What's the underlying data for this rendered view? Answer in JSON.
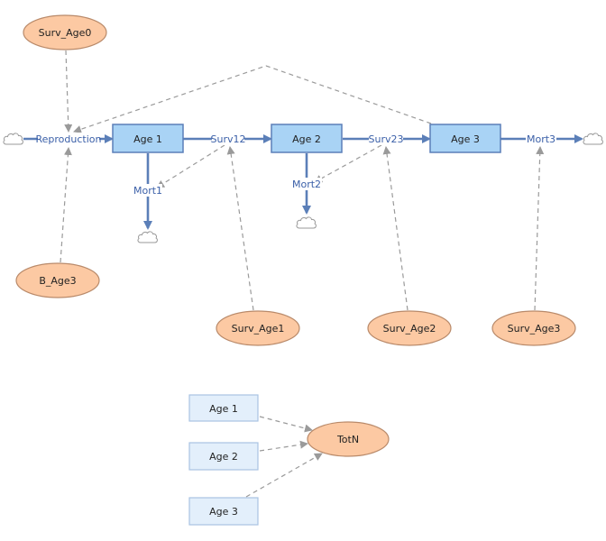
{
  "stocks": {
    "age1": "Age 1",
    "age2": "Age 2",
    "age3": "Age 3"
  },
  "flows": {
    "reproduction": "Reproduction",
    "surv12": "Surv12",
    "surv23": "Surv23",
    "mort1": "Mort1",
    "mort2": "Mort2",
    "mort3": "Mort3"
  },
  "variables": {
    "surv_age0": "Surv_Age0",
    "b_age3": "B_Age3",
    "surv_age1": "Surv_Age1",
    "surv_age2": "Surv_Age2",
    "surv_age3": "Surv_Age3",
    "totn": "TotN"
  },
  "ghosts": {
    "age1": "Age 1",
    "age2": "Age 2",
    "age3": "Age 3"
  },
  "colors": {
    "stock_fill": "#a9d3f5",
    "variable_fill": "#fcc9a3",
    "flow": "#5b7fb8",
    "connector": "#9a9a9a",
    "ghost_fill": "#e3effb"
  }
}
